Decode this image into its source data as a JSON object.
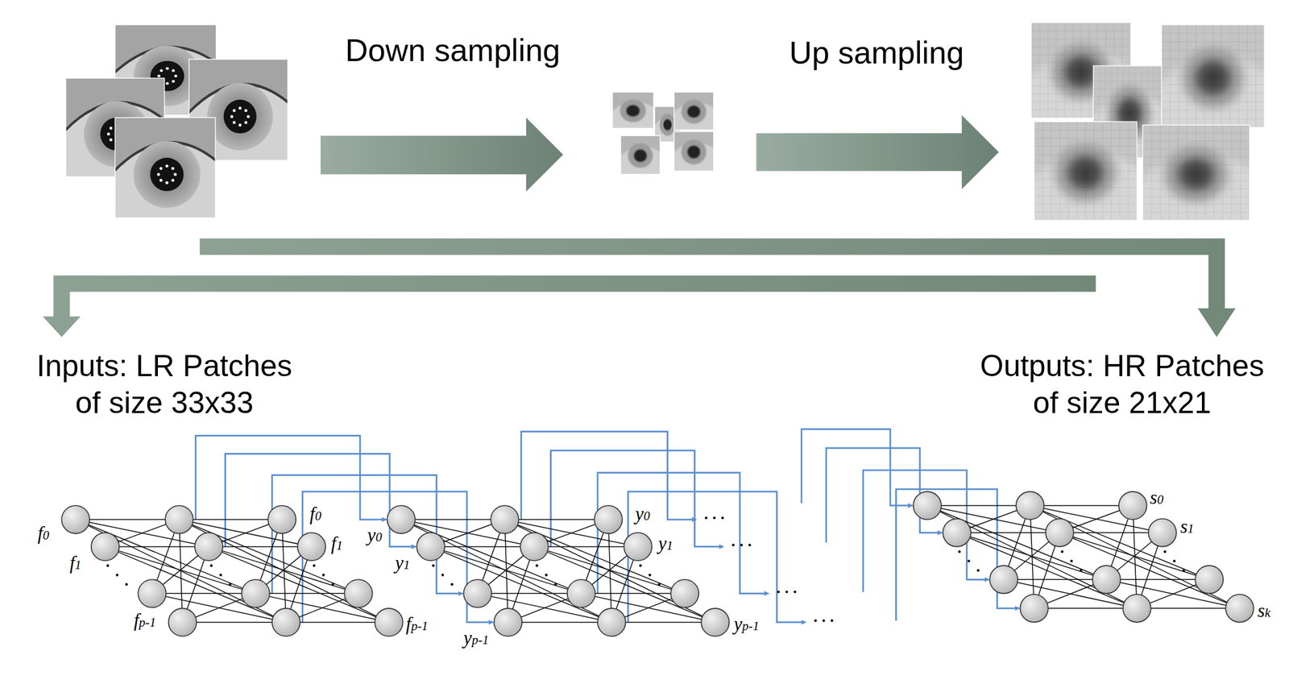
{
  "diagram": {
    "labels": [
      "Down sampling",
      "Up sampling",
      "Inputs: LR Patches of size 33x33",
      "Outputs: HR Patches of size 21x21",
      "f0",
      "f1",
      "fp-1",
      "f0",
      "f1",
      "fp-1",
      "y0",
      "y1",
      "yp-1",
      "y0",
      "y1",
      "yp-1",
      "s0",
      "s1",
      "sk"
    ]
  }
}
